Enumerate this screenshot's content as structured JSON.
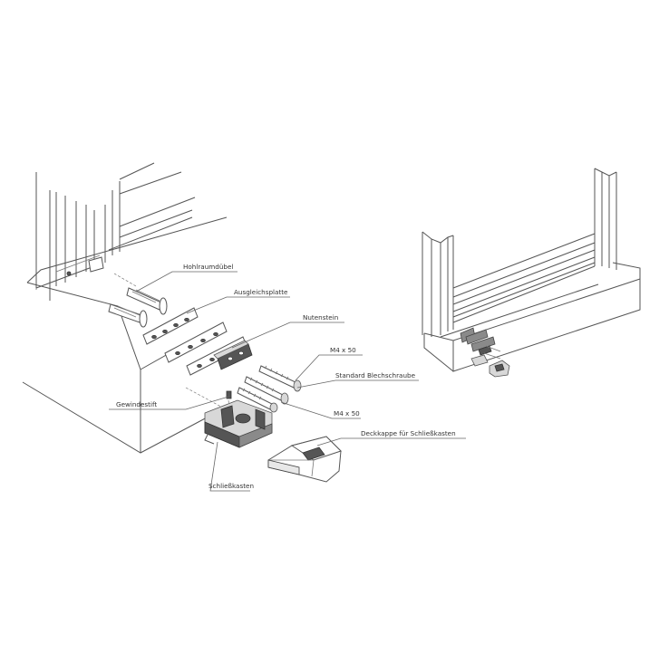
{
  "labels": {
    "hohlraumduebel": "Hohlraumdübel",
    "ausgleichsplatte": "Ausgleichsplatte",
    "nutenstein": "Nutenstein",
    "m4x50_top": "M4 x 50",
    "standard_blechschraube": "Standard Blechschraube",
    "gewindestift": "Gewindestift",
    "m4x50_bottom": "M4 x 50",
    "deckkappe": "Deckkappe für Schließkasten",
    "schliesskasten": "Schließkasten"
  }
}
